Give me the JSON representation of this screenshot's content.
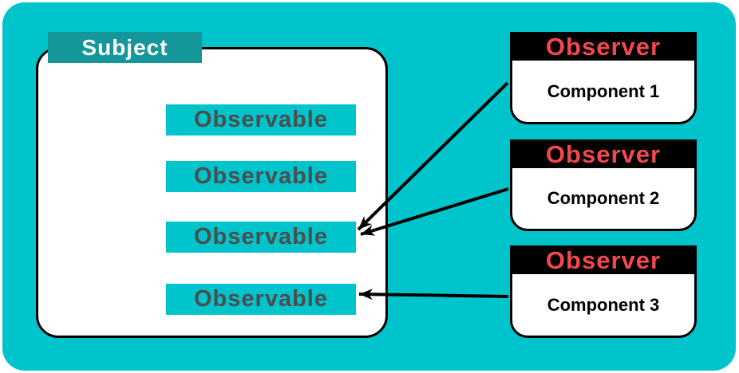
{
  "colors": {
    "canvas_bg": "#FFFFFF",
    "background": "#00C4CC",
    "subject_label_bg": "#14969B",
    "subject_label_text": "#FFFFFF",
    "observable_bg": "#00C4CC",
    "observable_text": "#4D4D4D",
    "box_bg": "#FFFFFF",
    "observer_header_bg": "#000000",
    "observer_header_text": "#F4484F",
    "component_text": "#000000",
    "line_color": "#000000"
  },
  "subject": {
    "label": "Subject",
    "observables": [
      {
        "label": "Observable"
      },
      {
        "label": "Observable"
      },
      {
        "label": "Observable"
      },
      {
        "label": "Observable"
      }
    ]
  },
  "observers": [
    {
      "title": "Observer",
      "component": "Component 1"
    },
    {
      "title": "Observer",
      "component": "Component 2"
    },
    {
      "title": "Observer",
      "component": "Component 3"
    }
  ],
  "connections": [
    {
      "from": "observer-1",
      "to": "observable-3"
    },
    {
      "from": "observer-2",
      "to": "observable-3"
    },
    {
      "from": "observer-3",
      "to": "observable-4"
    }
  ]
}
